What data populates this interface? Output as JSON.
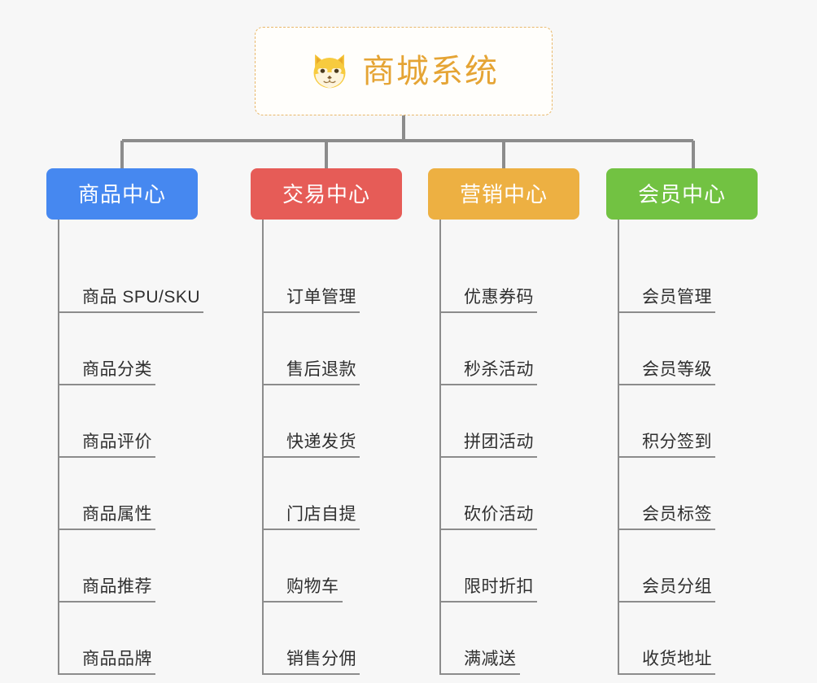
{
  "background_color": "#f7f7f7",
  "root": {
    "title": "商城系统",
    "icon": "shiba-dog-icon",
    "text_color": "#e5a434",
    "border_color": "#e9b86a",
    "background_color": "#fffefb"
  },
  "connector_color": "#8c8c8c",
  "branches": [
    {
      "label": "商品中心",
      "color": "#4688f0",
      "items": [
        "商品 SPU/SKU",
        "商品分类",
        "商品评价",
        "商品属性",
        "商品推荐",
        "商品品牌"
      ]
    },
    {
      "label": "交易中心",
      "color": "#e65c57",
      "items": [
        "订单管理",
        "售后退款",
        "快递发货",
        "门店自提",
        "购物车",
        "销售分佣"
      ]
    },
    {
      "label": "营销中心",
      "color": "#edb042",
      "items": [
        "优惠券码",
        "秒杀活动",
        "拼团活动",
        "砍价活动",
        "限时折扣",
        "满减送"
      ]
    },
    {
      "label": "会员中心",
      "color": "#72c242",
      "items": [
        "会员管理",
        "会员等级",
        "积分签到",
        "会员标签",
        "会员分组",
        "收货地址"
      ]
    }
  ]
}
